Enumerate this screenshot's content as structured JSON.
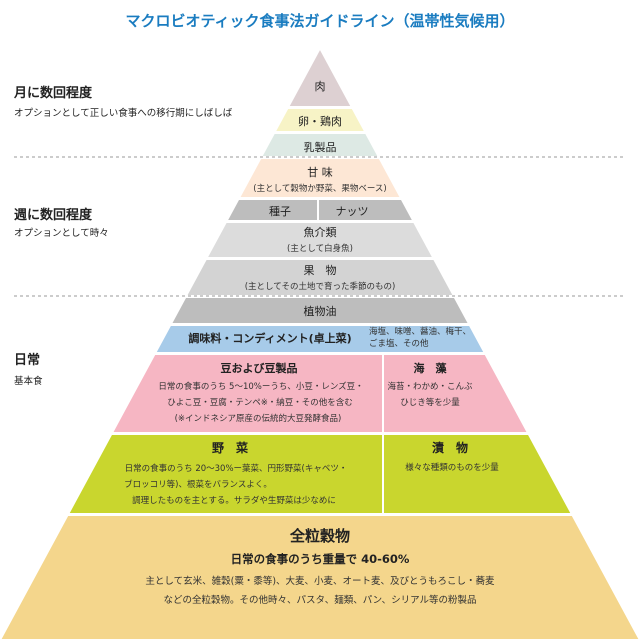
{
  "title": "マクロビオティック食事法ガイドライン（温帯性気候用）",
  "colors": {
    "title": "#1a7cc0",
    "meat": "#ddd0d2",
    "egg": "#f7f3c6",
    "dairy": "#dde9e4",
    "sweet": "#fde7d5",
    "seeds": "#bdbdbd",
    "fish": "#dcdcdc",
    "fruit": "#d3d3d3",
    "oil": "#bdbdbd",
    "seasoning": "#a7cbe9",
    "beans": "#f6b6c3",
    "vegetables": "#c9d62e",
    "grains": "#f4d68c",
    "divider": "#999999"
  },
  "sections": {
    "monthly": {
      "heading": "月に数回程度",
      "desc": "オプションとして正しい食事への移行期にしばしば"
    },
    "weekly": {
      "heading": "週に数回程度",
      "desc": "オプションとして時々"
    },
    "daily": {
      "heading": "日常",
      "desc": "基本食"
    }
  },
  "tiers": {
    "meat": {
      "label": "肉"
    },
    "egg": {
      "label": "卵・鶏肉"
    },
    "dairy": {
      "label": "乳製品"
    },
    "sweet": {
      "label": "甘 味",
      "sub": "(主として穀物か野菜、果物ベース)"
    },
    "seeds": {
      "left": "種子",
      "right": "ナッツ"
    },
    "fish": {
      "label": "魚介類",
      "sub": "(主として白身魚)"
    },
    "fruit": {
      "label": "果　物",
      "sub": "(主としてその土地で育った季節のもの)"
    },
    "oil": {
      "label": "植物油"
    },
    "seasoning": {
      "label": "調味料・コンディメント(卓上菜)",
      "note1": "海塩、味噌、醤油、梅干、",
      "note2": "ごま塩、その他"
    },
    "beans": {
      "label": "豆および豆製品",
      "line1": "日常の食事のうち 5～10%ーうち、小豆・レンズ豆・",
      "line2": "ひよこ豆・豆腐・テンペ※・納豆・その他を含む",
      "line3": "(※インドネシア原産の伝統的大豆発酵食品)",
      "right_label": "海　藻",
      "right_line1": "海苔・わかめ・こんぶ",
      "right_line2": "ひじき等を少量"
    },
    "vegetables": {
      "label": "野　菜",
      "line1": "日常の食事のうち 20～30%ー葉菜、円形野菜(キャベツ・",
      "line2": "ブロッコリ等)、根菜をバランスよく。",
      "line3": "調理したものを主とする。サラダや生野菜は少なめに",
      "right_label": "漬　物",
      "right_line1": "様々な種類のものを少量"
    },
    "grains": {
      "label": "全粒穀物",
      "line1": "日常の食事のうち重量で 40-60%",
      "line2": "主として玄米、雑穀(粟・黍等)、大麦、小麦、オート麦、及びとうもろこし・蕎麦",
      "line3": "などの全粒穀物。その他時々、パスタ、麺類、パン、シリアル等の粉製品"
    }
  }
}
